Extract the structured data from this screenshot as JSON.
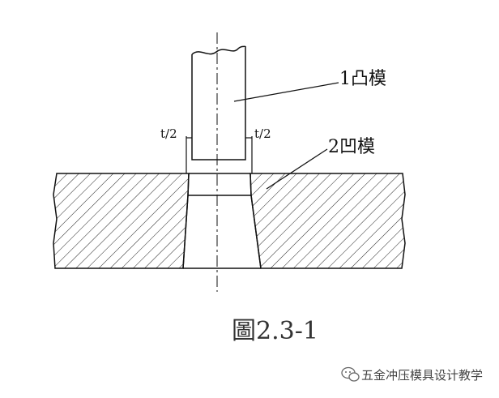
{
  "labels": {
    "punch": "1凸模",
    "die": "2凹模",
    "clearance_left": "t/2",
    "clearance_right": "t/2"
  },
  "caption": "圖2.3-1",
  "watermark": {
    "icon": "wechat-icon",
    "text": "五金冲压模具设计教学"
  }
}
